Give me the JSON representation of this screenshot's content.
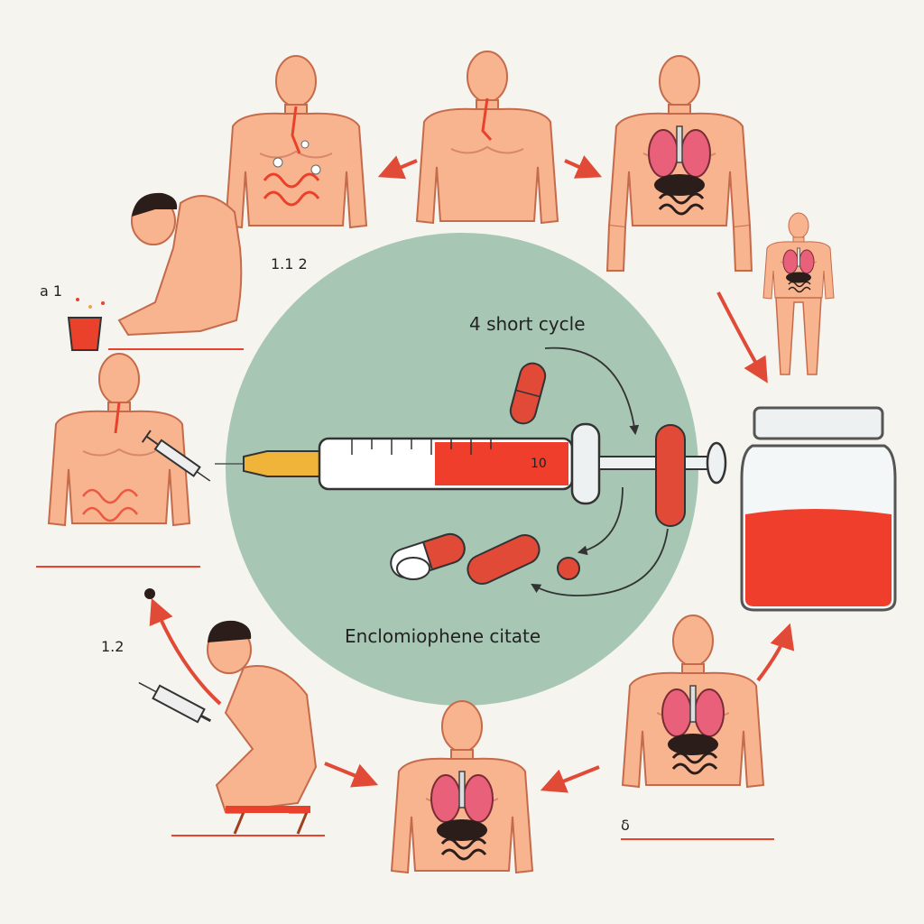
{
  "center": {
    "title_top": "4 short cycle",
    "title_bottom": "Enclomiophene citate",
    "syringe_mark": "10"
  },
  "labels": {
    "top_center_number": "1.1 2",
    "left_top_number": "a 1",
    "left_bottom_number": "1.2",
    "bottom_right_number": "δ"
  },
  "colors": {
    "background": "#f5f4ef",
    "circle": "#a7c6b4",
    "skin": "#f7b48f",
    "skin_shadow": "#e08866",
    "accent_red": "#e9412c",
    "arrow": "#e14a37",
    "organ_pink": "#e9607b",
    "dark": "#2b1d1a"
  },
  "icons": [
    "syringe-icon",
    "capsule-icon",
    "pill-icon",
    "jar-icon",
    "arrow-icon",
    "figure-icon"
  ]
}
